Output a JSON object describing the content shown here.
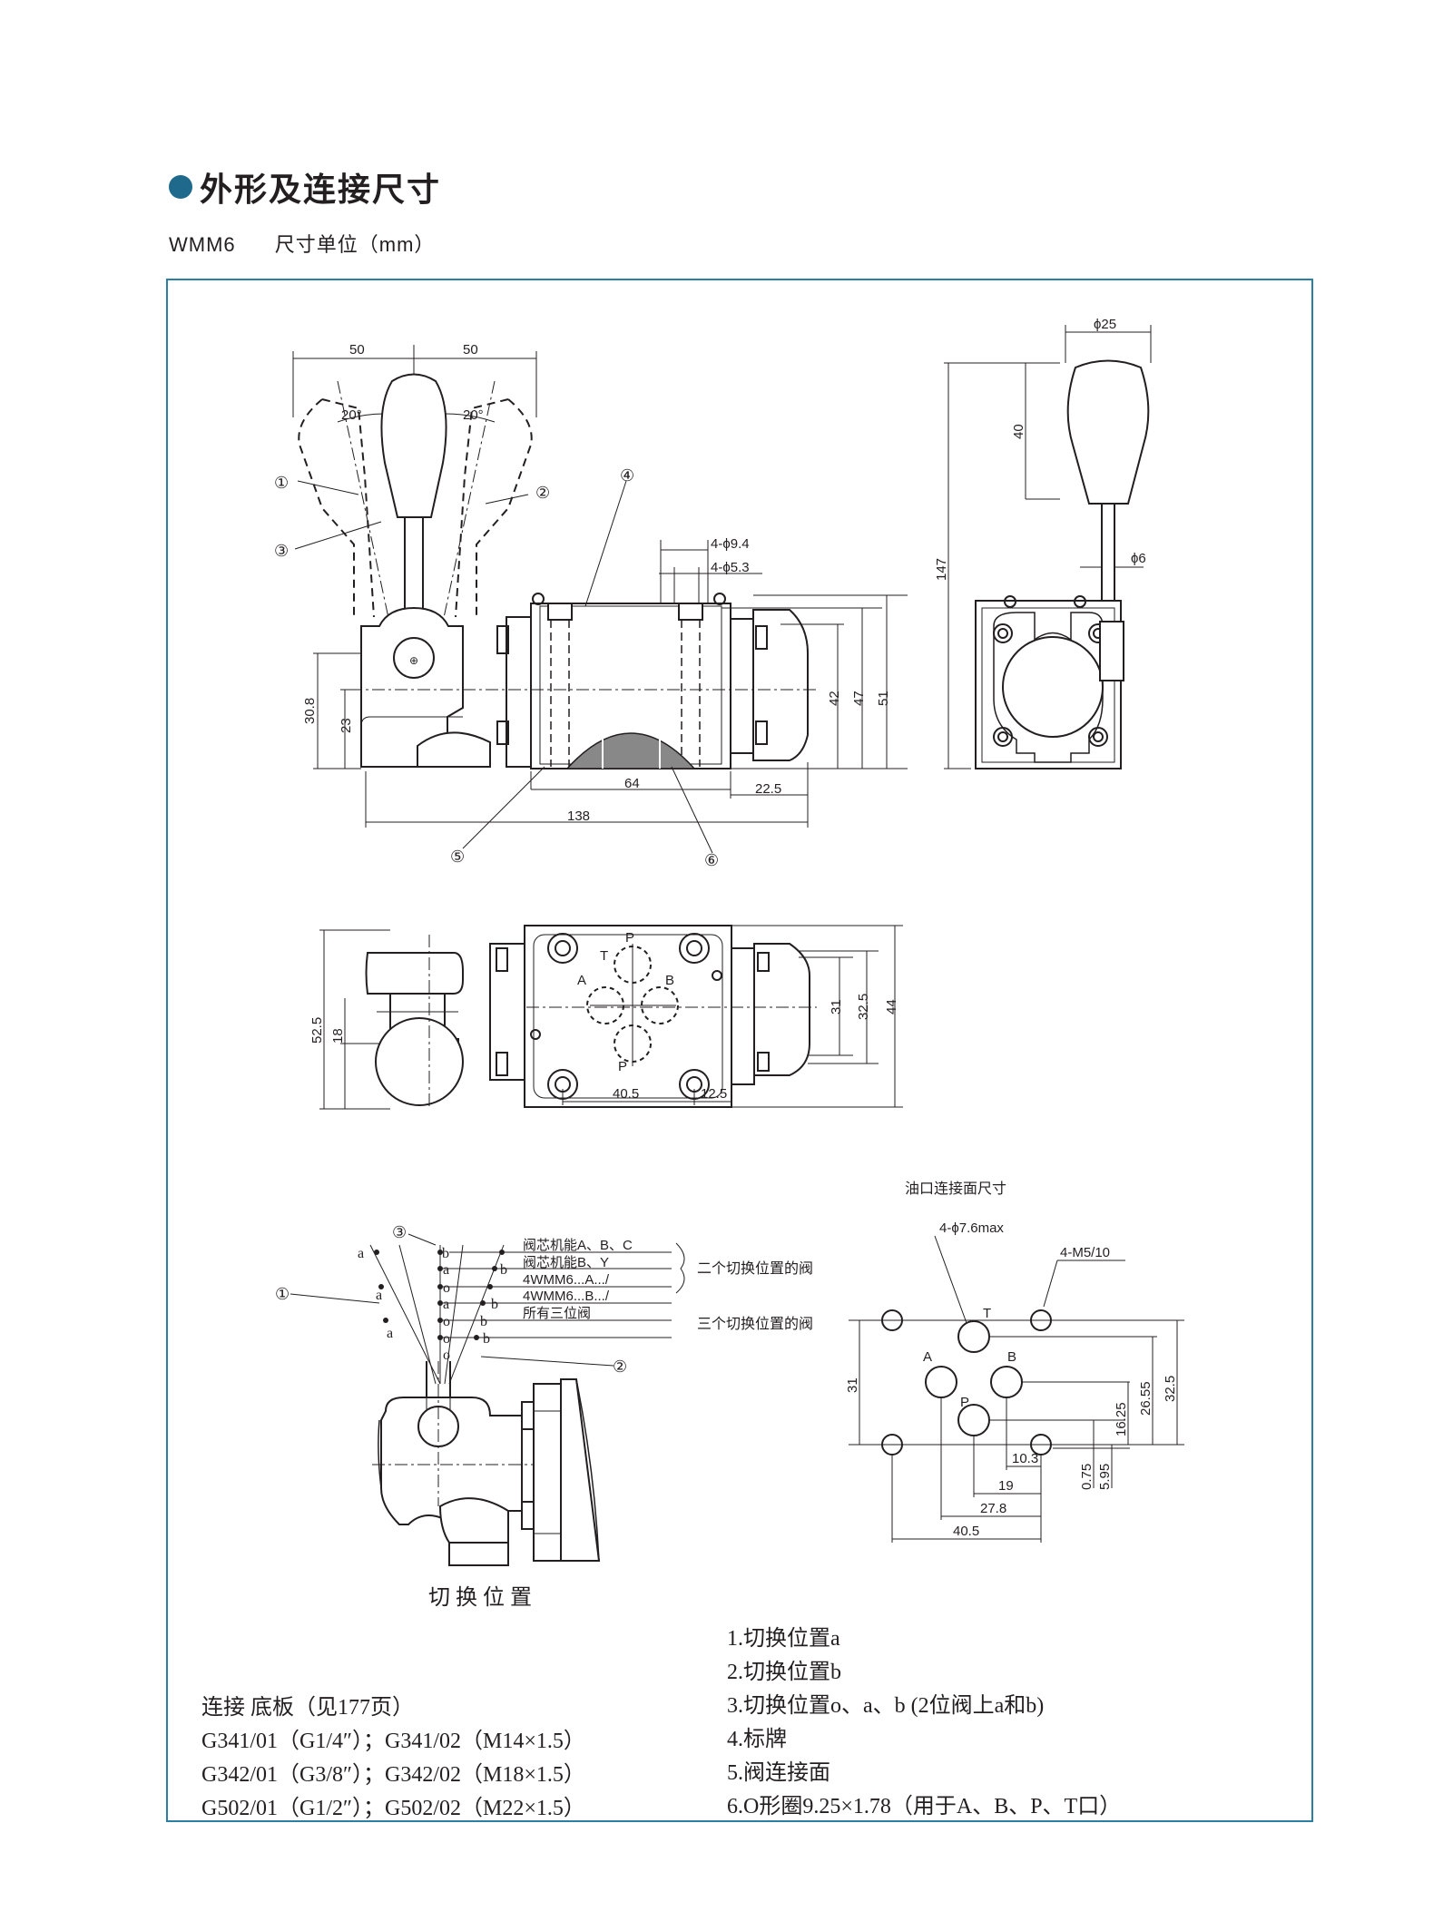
{
  "header": {
    "title": "外形及连接尺寸",
    "model": "WMM6",
    "unit_text": "尺寸单位（mm）"
  },
  "front_view": {
    "dims": {
      "left_50": "50",
      "right_50": "50",
      "ang_left": "20°",
      "ang_right": "20°",
      "h30_8": "30.8",
      "h23": "23",
      "h42": "42",
      "h47": "47",
      "h51": "51",
      "w64": "64",
      "w22_5": "22.5",
      "w138": "138",
      "holes_9_4": "4-ϕ9.4",
      "holes_5_3": "4-ϕ5.3"
    },
    "callouts": {
      "c1": "①",
      "c2": "②",
      "c3": "③",
      "c4": "④",
      "c5": "⑤",
      "c6": "⑥"
    }
  },
  "side_view": {
    "dims": {
      "d25": "ϕ25",
      "h40": "40",
      "h147": "147",
      "d6": "ϕ6"
    }
  },
  "top_view": {
    "dims": {
      "h52_5": "52.5",
      "h18": "18",
      "h31": "31",
      "h32_5": "32.5",
      "h44": "44",
      "w40_5": "40.5",
      "w12_5": "12.5"
    },
    "ports": {
      "p_top": "P",
      "t": "T",
      "a": "A",
      "b": "B",
      "p_bottom": "P"
    }
  },
  "switch_diagram": {
    "labels": {
      "a1": "a",
      "a2": "a",
      "a3": "a",
      "a4": "a",
      "a5": "a",
      "b1": "b",
      "b2": "b",
      "b3": "b",
      "b4": "b",
      "b5": "b",
      "o1": "o",
      "o2": "o",
      "o3": "o",
      "o4": "o",
      "c1": "①",
      "c2": "②",
      "c3": "③"
    },
    "rows": [
      "阀芯机能A、B、C",
      "阀芯机能B、Y",
      "4WMM6...A.../",
      "4WMM6...B.../",
      "所有三位阀"
    ],
    "group_two": "二个切换位置的阀",
    "group_three": "三个切换位置的阀",
    "caption": "切换位置"
  },
  "port_face": {
    "title": "油口连接面尺寸",
    "holes": "4-ϕ7.6max",
    "threads": "4-M5/10",
    "ports": {
      "t": "T",
      "a": "A",
      "b": "B",
      "p": "P"
    },
    "dims": {
      "d31": "31",
      "d32_5": "32.5",
      "d26_55": "26.55",
      "d16_25": "16.25",
      "d0_75": "0.75",
      "d5_95": "5.95",
      "d10_3": "10.3",
      "d19": "19",
      "d27_8": "27.8",
      "d40_5": "40.5"
    }
  },
  "notes_left": [
    "连接 底板（见177页）",
    "G341/01（G1/4″）；G341/02（M14×1.5）",
    "G342/01（G3/8″）；G342/02（M18×1.5）",
    "G502/01（G1/2″）；G502/02（M22×1.5）"
  ],
  "notes_right": [
    "1.切换位置a",
    "2.切换位置b",
    "3.切换位置o、a、b (2位阀上a和b)",
    "4.标牌",
    "5.阀连接面",
    "6.O形圈9.25×1.78（用于A、B、P、T口）"
  ]
}
